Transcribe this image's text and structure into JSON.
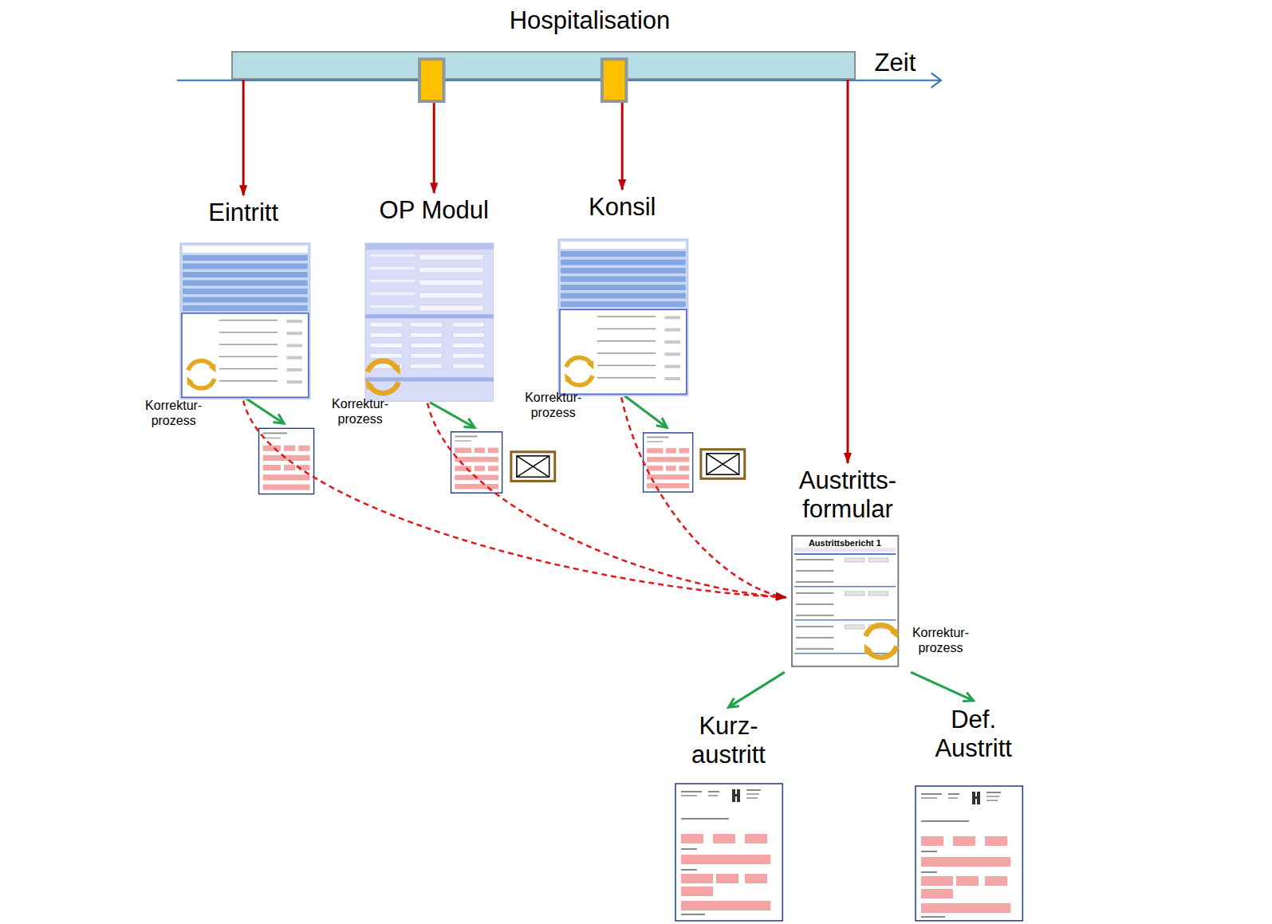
{
  "diagram": {
    "nodes": [
      {
        "text": [
          "Hospitalisation"
        ]
      },
      {
        "text": [
          "Eintritt",
          "Korrektur- prozess"
        ]
      },
      {
        "text": [
          "OP Modul",
          "Korrektur- prozess"
        ]
      },
      {
        "text": [
          "Konsil",
          "Korrektur- prozess"
        ]
      },
      {
        "text": [
          "Austritts- formular",
          "Austrittsbericht 1",
          "Korrektur- prozess"
        ]
      },
      {
        "text": [
          "Kurz- austritt"
        ]
      },
      {
        "text": [
          "Def. Austritt"
        ]
      }
    ],
    "edges": [
      {
        "from": 0,
        "to": 1,
        "arrow": "to"
      },
      {
        "from": 0,
        "to": 2,
        "arrow": "to"
      },
      {
        "from": 0,
        "to": 3,
        "arrow": "to"
      },
      {
        "from": 0,
        "to": 4,
        "arrow": "to"
      },
      {
        "from": 1,
        "to": 4,
        "arrow": "to"
      },
      {
        "from": 2,
        "to": 4,
        "arrow": "to"
      },
      {
        "from": 3,
        "to": 4,
        "arrow": "to"
      },
      {
        "from": 4,
        "to": 5,
        "arrow": "to"
      },
      {
        "from": 4,
        "to": 6,
        "arrow": "to"
      }
    ],
    "labels": [
      "Zeit"
    ]
  }
}
